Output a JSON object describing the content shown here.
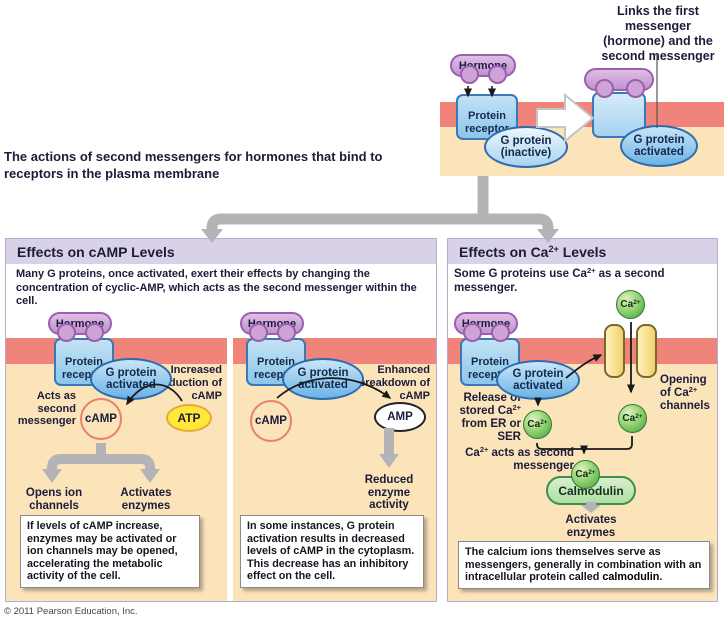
{
  "figure": {
    "caption": "The actions of second messengers for hormones that bind to receptors in the plasma membrane",
    "copyright": "© 2011 Pearson Education, Inc."
  },
  "colors": {
    "membrane": "#f0837a",
    "cytoplasm": "#fbe3ba",
    "panel_header": "#d8d1e7",
    "panel_border": "#b7abce",
    "connector_gray": "#b4b4b6"
  },
  "shared": {
    "hormone": "Hormone",
    "receptor_line1": "Protein",
    "receptor_line2": "receptor",
    "g_active_line1": "G protein",
    "g_active_line2": "activated",
    "ca_pre": "Ca",
    "ca_sup": "2+"
  },
  "top_diagram": {
    "annotation": "Links the first messenger (hormone) and the second messenger",
    "g_inactive_line1": "G protein",
    "g_inactive_line2": "(inactive)"
  },
  "camp_panel": {
    "title": "Effects on cAMP Levels",
    "intro": "Many G proteins, once activated, exert their effects by changing the concentration of cyclic-AMP, which acts as the second messenger within the cell.",
    "increase": {
      "effect": "Increased production of cAMP",
      "acts_as": "Acts as second messenger",
      "camp": "cAMP",
      "atp": "ATP",
      "outcome_channels": "Opens ion channels",
      "outcome_enzymes": "Activates enzymes",
      "caption": "If levels of cAMP increase, enzymes may be activated or ion channels may be opened, accelerating the metabolic activity of the cell."
    },
    "decrease": {
      "effect": "Enhanced breakdown of cAMP",
      "camp": "cAMP",
      "amp": "AMP",
      "outcome": "Reduced enzyme activity",
      "caption": "In some instances, G protein activation results in decreased levels of cAMP in the cytoplasm. This decrease has an inhibitory effect on the cell."
    }
  },
  "ca_panel": {
    "title_pre": "Effects on Ca",
    "title_sup": "2+",
    "title_post": " Levels",
    "intro_pre": "Some G proteins use Ca",
    "intro_sup": "2+",
    "intro_post": " as a second messenger.",
    "opening_pre": "Opening of Ca",
    "opening_sup": "2+",
    "opening_post": " channels",
    "release_pre": "Release of stored Ca",
    "release_sup": "2+",
    "release_post": " from ER or SER",
    "acts_pre": "Ca",
    "acts_sup": "2+",
    "acts_post": " acts as second messenger",
    "calmodulin": "Calmodulin",
    "outcome": "Activates enzymes",
    "caption_main": "The calcium ions themselves serve as messengers, generally in combination with an intracellular protein called ",
    "caption_bold": "calmodulin",
    "caption_end": "."
  }
}
